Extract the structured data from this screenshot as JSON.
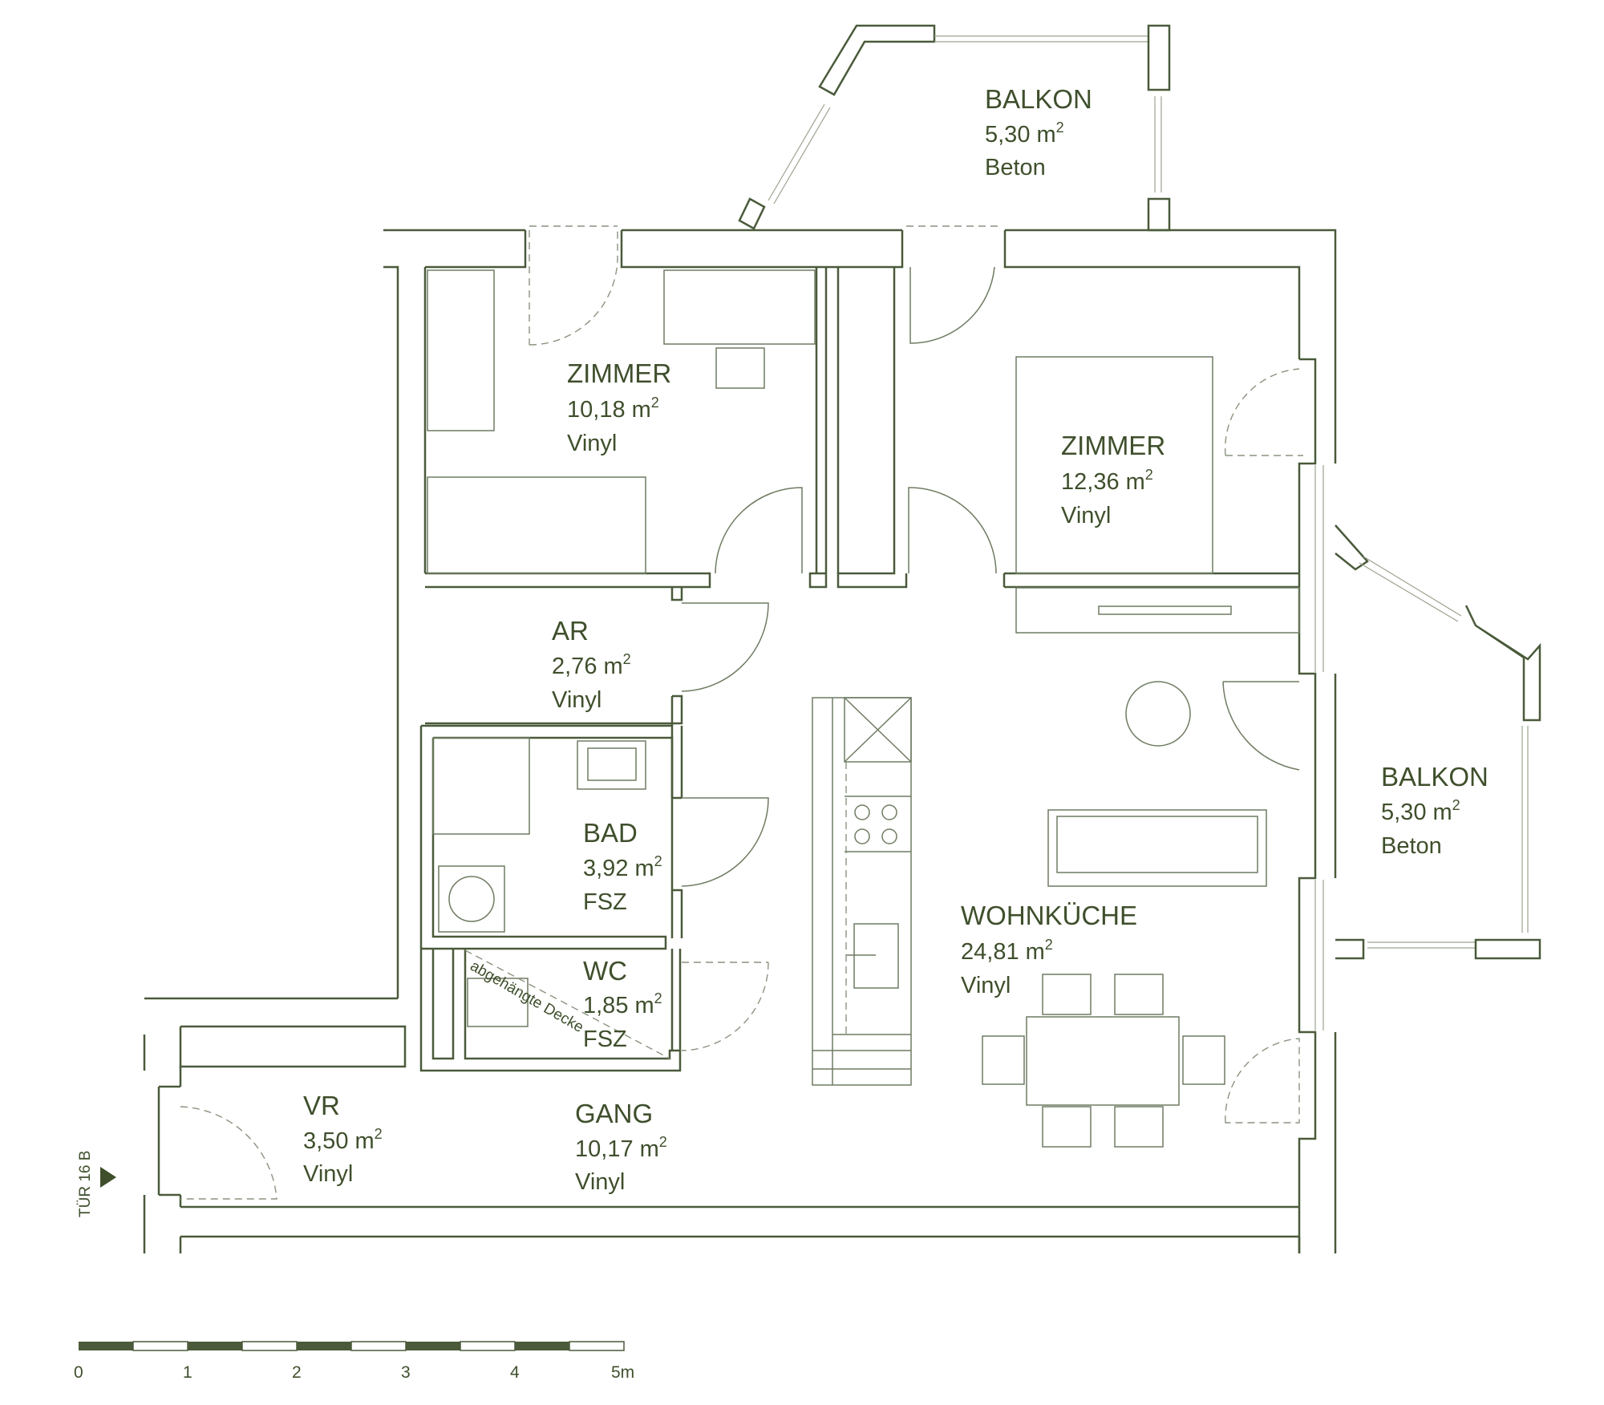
{
  "rooms": {
    "balkon_top": {
      "name": "BALKON",
      "area": "5,30 m",
      "area_sup": "2",
      "floor": "Beton"
    },
    "zimmer_left": {
      "name": "ZIMMER",
      "area": "10,18 m",
      "area_sup": "2",
      "floor": "Vinyl"
    },
    "zimmer_right": {
      "name": "ZIMMER",
      "area": "12,36 m",
      "area_sup": "2",
      "floor": "Vinyl"
    },
    "ar": {
      "name": "AR",
      "area": "2,76 m",
      "area_sup": "2",
      "floor": "Vinyl"
    },
    "bad": {
      "name": "BAD",
      "area": "3,92 m",
      "area_sup": "2",
      "floor": "FSZ"
    },
    "wc": {
      "name": "WC",
      "area": "1,85 m",
      "area_sup": "2",
      "floor": "FSZ"
    },
    "balkon_right": {
      "name": "BALKON",
      "area": "5,30 m",
      "area_sup": "2",
      "floor": "Beton"
    },
    "wohnkueche": {
      "name": "WOHNKÜCHE",
      "area": "24,81 m",
      "area_sup": "2",
      "floor": "Vinyl"
    },
    "vr": {
      "name": "VR",
      "area": "3,50 m",
      "area_sup": "2",
      "floor": "Vinyl"
    },
    "gang": {
      "name": "GANG",
      "area": "10,17 m",
      "area_sup": "2",
      "floor": "Vinyl"
    }
  },
  "notes": {
    "ceiling": "abgehängte Decke",
    "door_label": "TÜR 16 B"
  },
  "scale": {
    "ticks": [
      "0",
      "1",
      "2",
      "3",
      "4",
      "5m"
    ]
  },
  "colors": {
    "line": "#4a5a3a",
    "text": "#3f4f2c",
    "scale_dark": "#4a5a3a"
  }
}
